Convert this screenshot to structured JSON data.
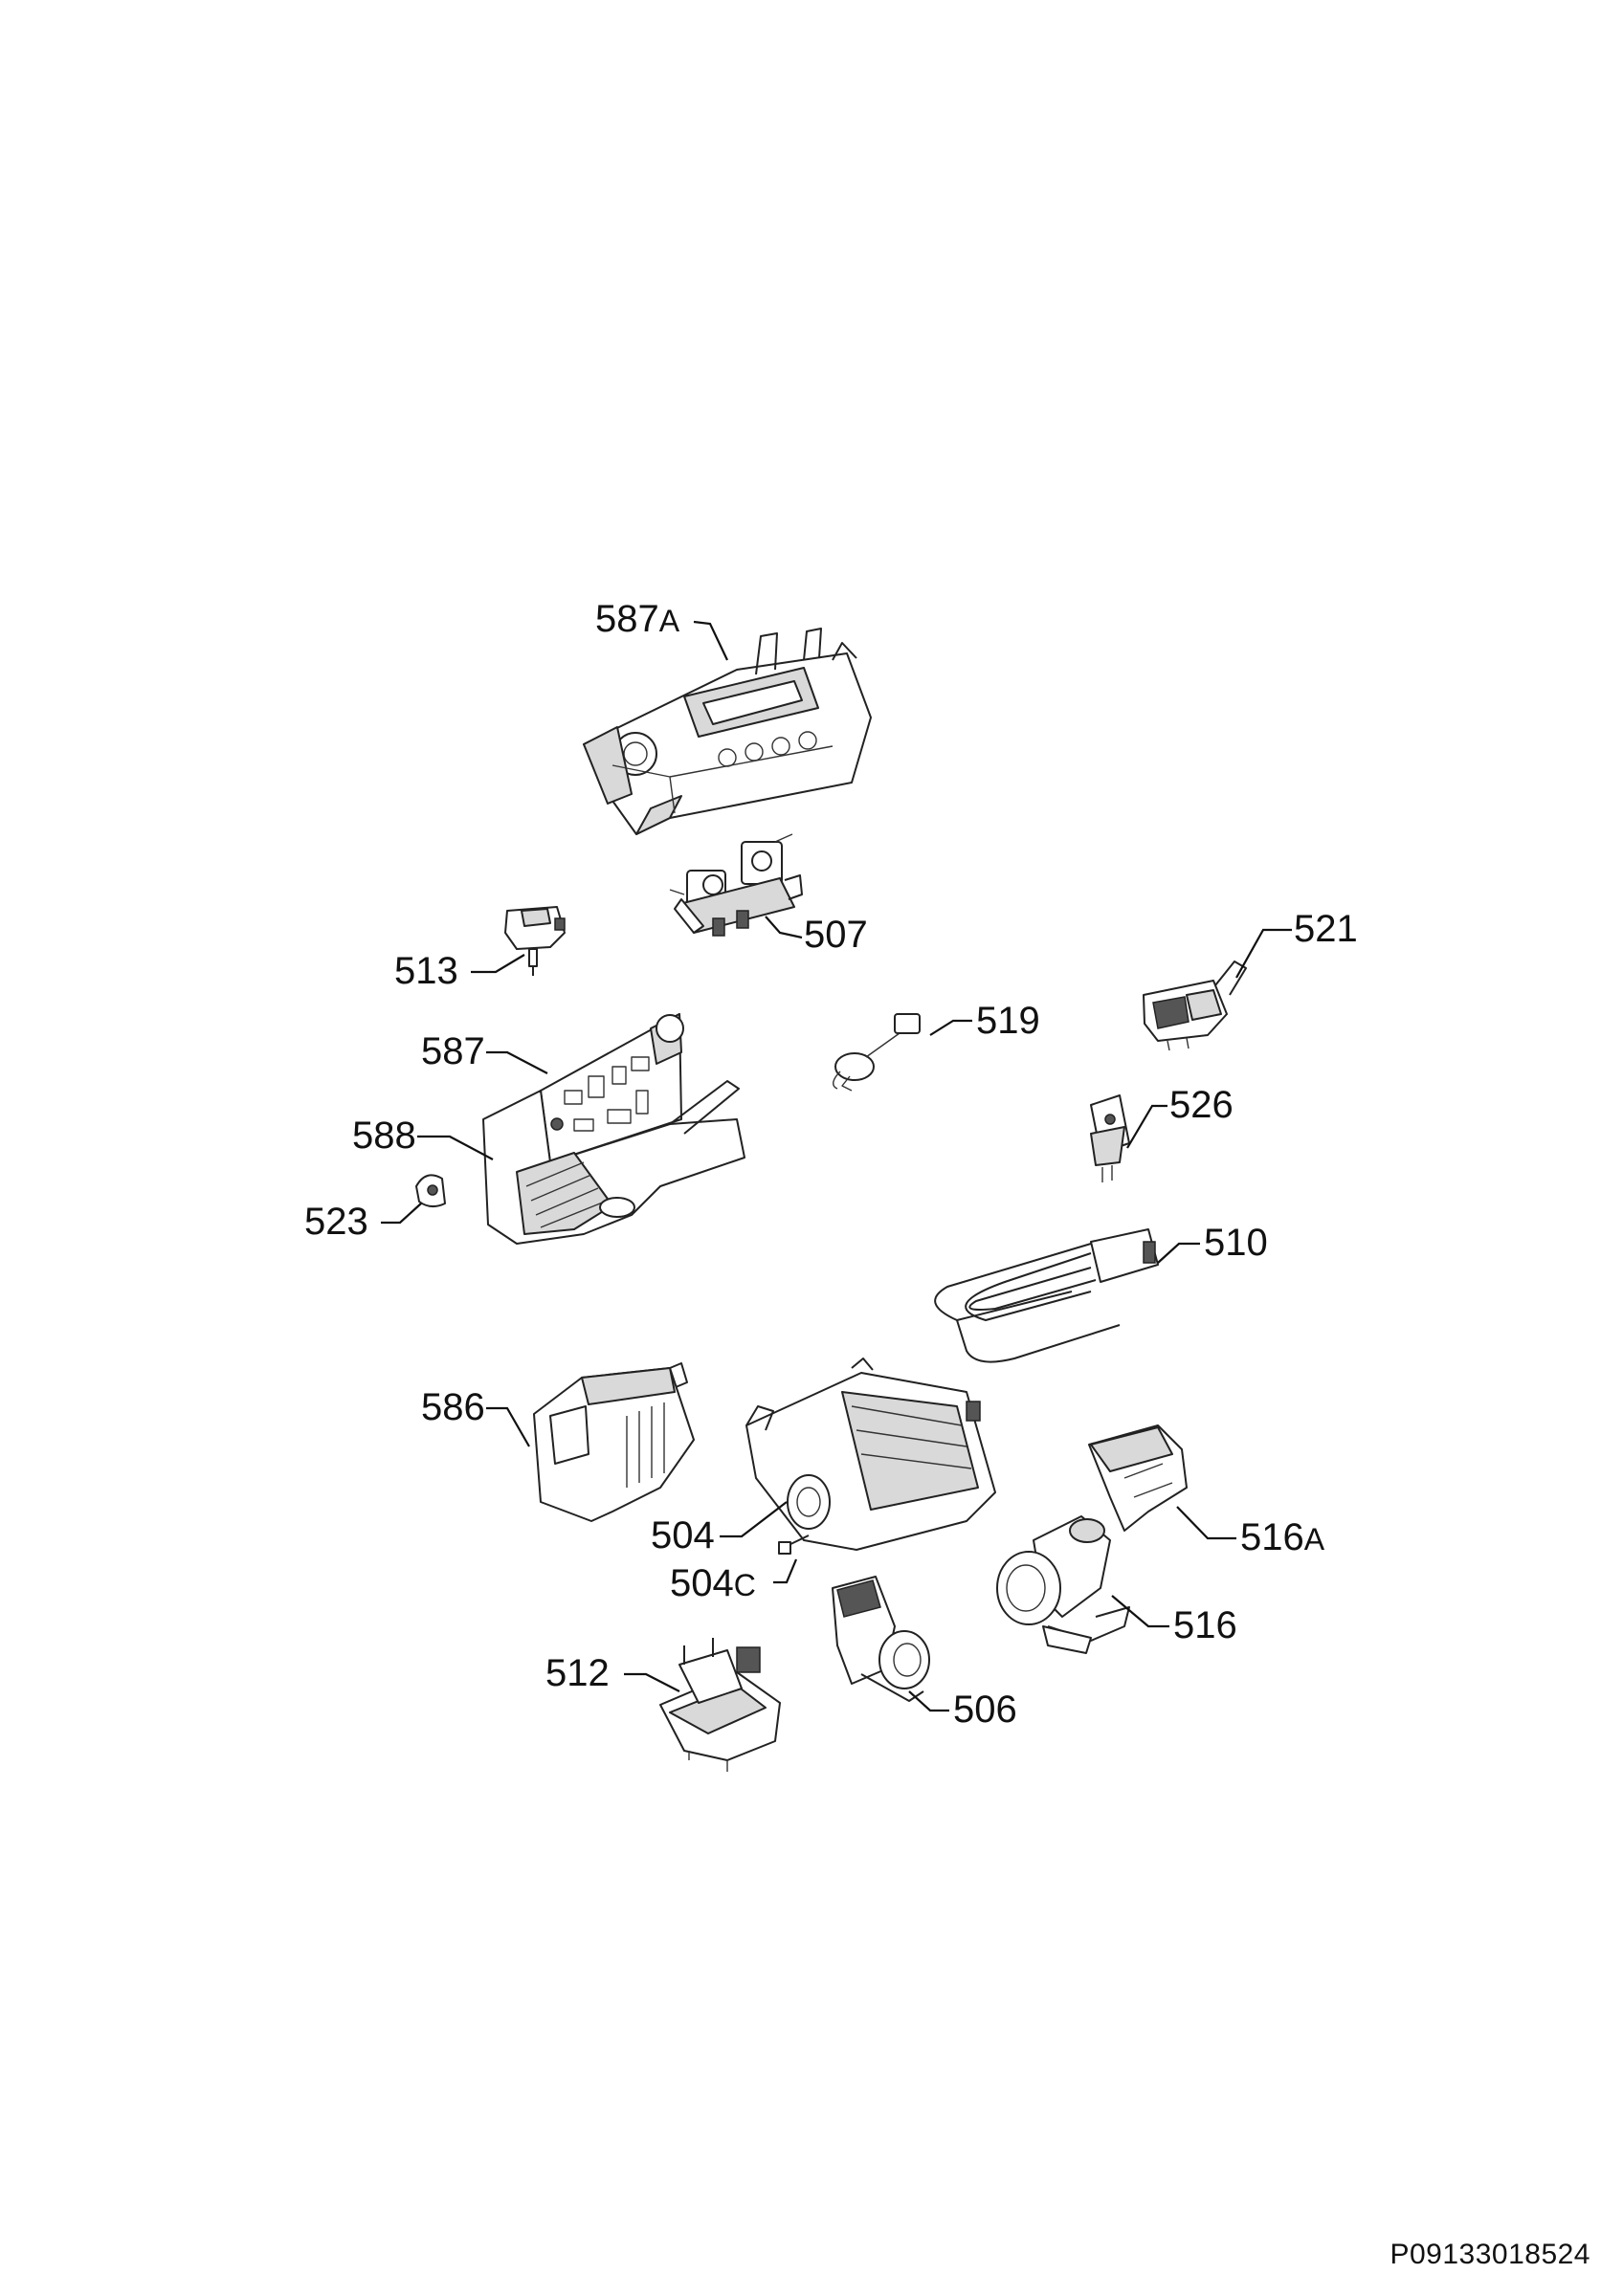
{
  "labels": {
    "p587a": "587A",
    "p507": "507",
    "p513": "513",
    "p521": "521",
    "p519": "519",
    "p587": "587",
    "p526": "526",
    "p588": "588",
    "p523": "523",
    "p510": "510",
    "p586": "586",
    "p504": "504",
    "p504c": "504C",
    "p516a": "516A",
    "p516": "516",
    "p512": "512",
    "p506": "506"
  },
  "reference_code": "P09133018524"
}
